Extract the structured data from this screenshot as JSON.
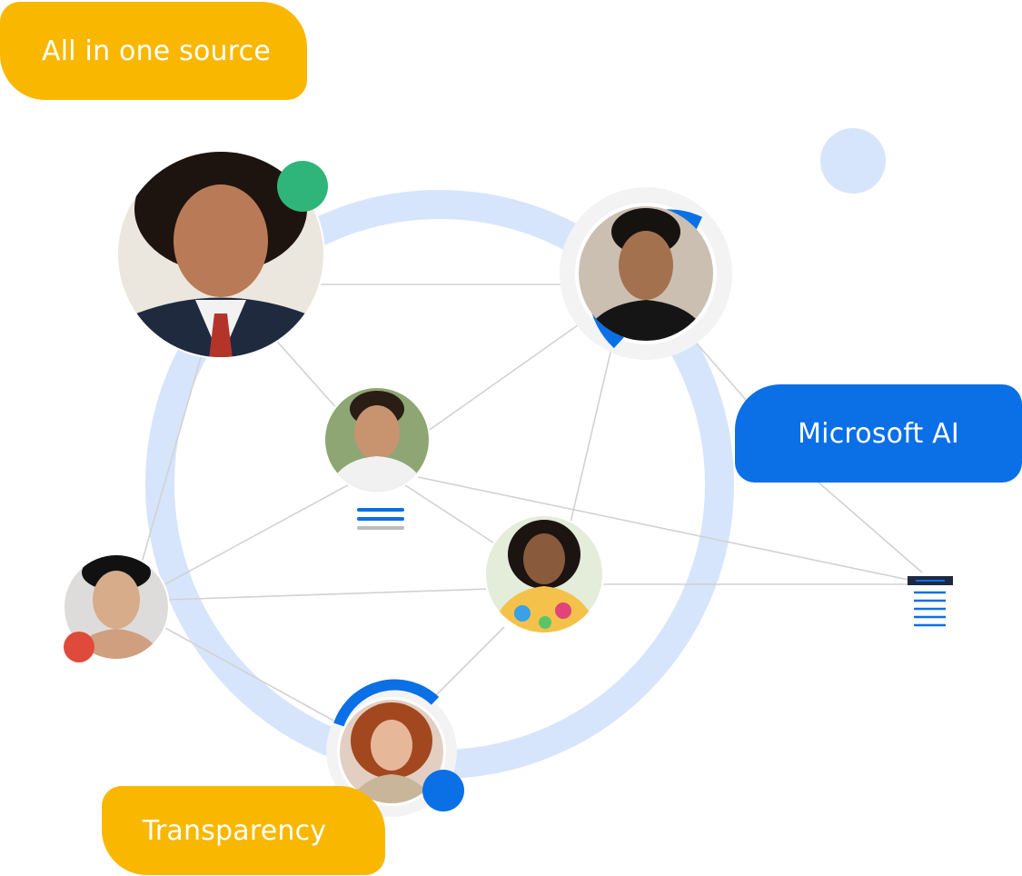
{
  "labels": {
    "all_in_one": "All in one source",
    "microsoft_ai": "Microsoft AI",
    "transparency": "Transparency"
  },
  "colors": {
    "yellow": "#f9b700",
    "blue": "#0b6fe6",
    "light_blue": "#d6e5fb",
    "green": "#2fb57a",
    "red": "#e04a3b",
    "line": "#d2d2d2"
  },
  "icons": {
    "list": "list-lines-icon",
    "document": "document-lines-icon"
  }
}
